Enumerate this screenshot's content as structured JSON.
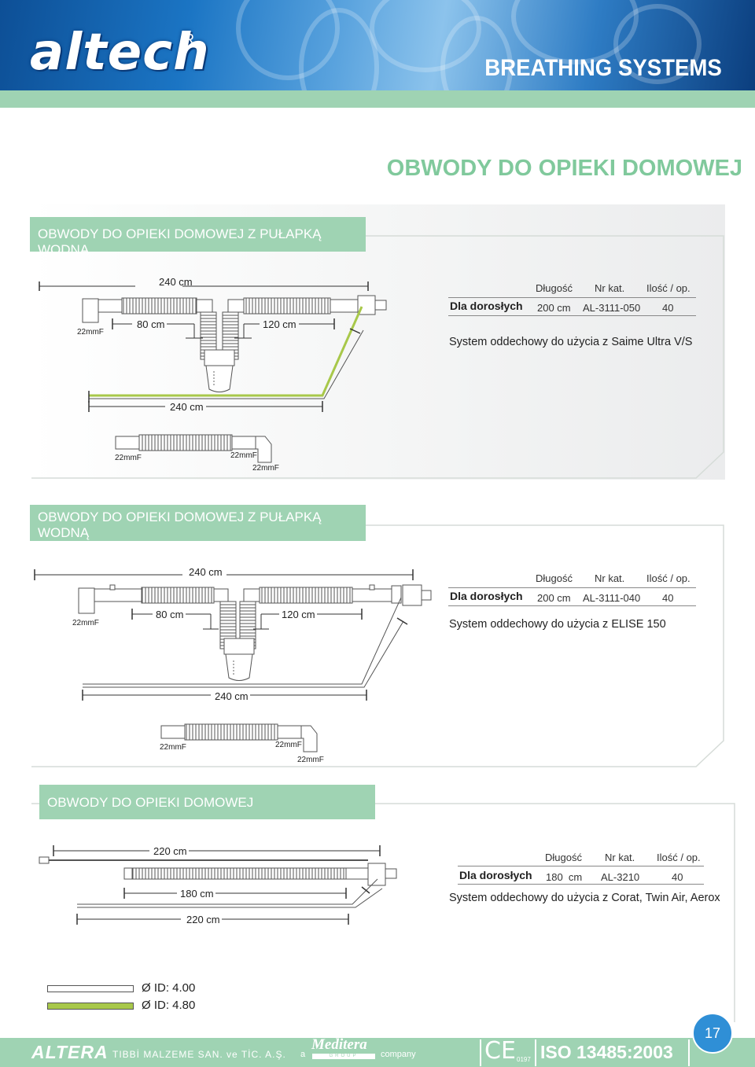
{
  "header": {
    "logo": "altech",
    "logo_reg": "R",
    "title": "BREATHING SYSTEMS"
  },
  "page_title": "OBWODY DO OPIEKI DOMOWEJ",
  "spec_headers": {
    "length": "Długość",
    "catalog": "Nr kat.",
    "qty": "Ilość / op."
  },
  "sections": [
    {
      "title_lines": [
        "OBWODY DO OPIEKI DOMOWEJ Z PUŁAPKĄ WODNĄ"
      ],
      "row_label": "Dla dorosłych",
      "length": "200 cm",
      "catalog_no": "AL-3111-050",
      "qty": "40",
      "system_note": "System oddechowy do użycia z Saime Ultra V/S",
      "dims": {
        "total": "240 cm",
        "left": "80 cm",
        "right": "120 cm",
        "line": "240 cm"
      },
      "connectors": {
        "a": "22mmF",
        "b": "22mmF",
        "c": "22mmF",
        "d": "22mmF"
      }
    },
    {
      "title_lines": [
        "OBWODY DO OPIEKI DOMOWEJ Z PUŁAPKĄ WODNĄ",
        "I Z ADAPTEREM TEMPERATURY"
      ],
      "row_label": "Dla dorosłych",
      "length": "200 cm",
      "catalog_no": "AL-3111-040",
      "qty": "40",
      "system_note": "System oddechowy do użycia z ELISE 150",
      "dims": {
        "total": "240 cm",
        "left": "80 cm",
        "right": "120 cm",
        "line": "240 cm"
      },
      "connectors": {
        "a": "22mmF",
        "b": "22mmF",
        "c": "22mmF",
        "d": "22mmF"
      }
    },
    {
      "title_lines": [
        "OBWODY DO OPIEKI DOMOWEJ"
      ],
      "row_label": "Dla dorosłych",
      "length": "180  cm",
      "catalog_no": "AL-3210",
      "qty": "40",
      "system_note": "System oddechowy do użycia z Corat, Twin Air, Aerox",
      "dims": {
        "total": "220 cm",
        "tube": "180 cm",
        "line": "220 cm"
      }
    }
  ],
  "legend": [
    {
      "label": "Ø ID: 4.00",
      "color": "#ffffff"
    },
    {
      "label": "Ø ID: 4.80",
      "color": "#a8c84a"
    }
  ],
  "footer": {
    "brand": "ALTERA",
    "company_text": "TIBBİ MALZEME SAN. ve TİC. A.Ş.",
    "a": "a",
    "group_name": "Meditera",
    "group_sub": "GROUP",
    "company": "company",
    "ce": "CE",
    "ce_no": "0197",
    "iso": "ISO 13485:2003",
    "page_number": "17"
  }
}
